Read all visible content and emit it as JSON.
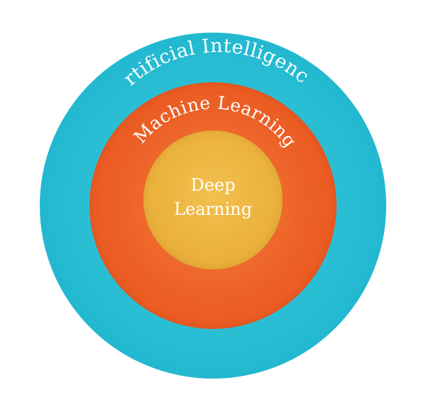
{
  "diagram": {
    "outer_label": "Artificial Intelligence",
    "middle_label": "Machine Learning",
    "inner_label_line1": "Deep",
    "inner_label_line2": "Learning"
  },
  "colors": {
    "outer_ring": "#22b8cf",
    "outer_ring_light": "#3fd0e2",
    "middle_ring": "#ee5e26",
    "middle_ring_light": "#f37a3a",
    "inner_circle": "#ecb23e",
    "inner_circle_light": "#f2c14e",
    "text": "#ffffff",
    "background": "#ffffff"
  }
}
